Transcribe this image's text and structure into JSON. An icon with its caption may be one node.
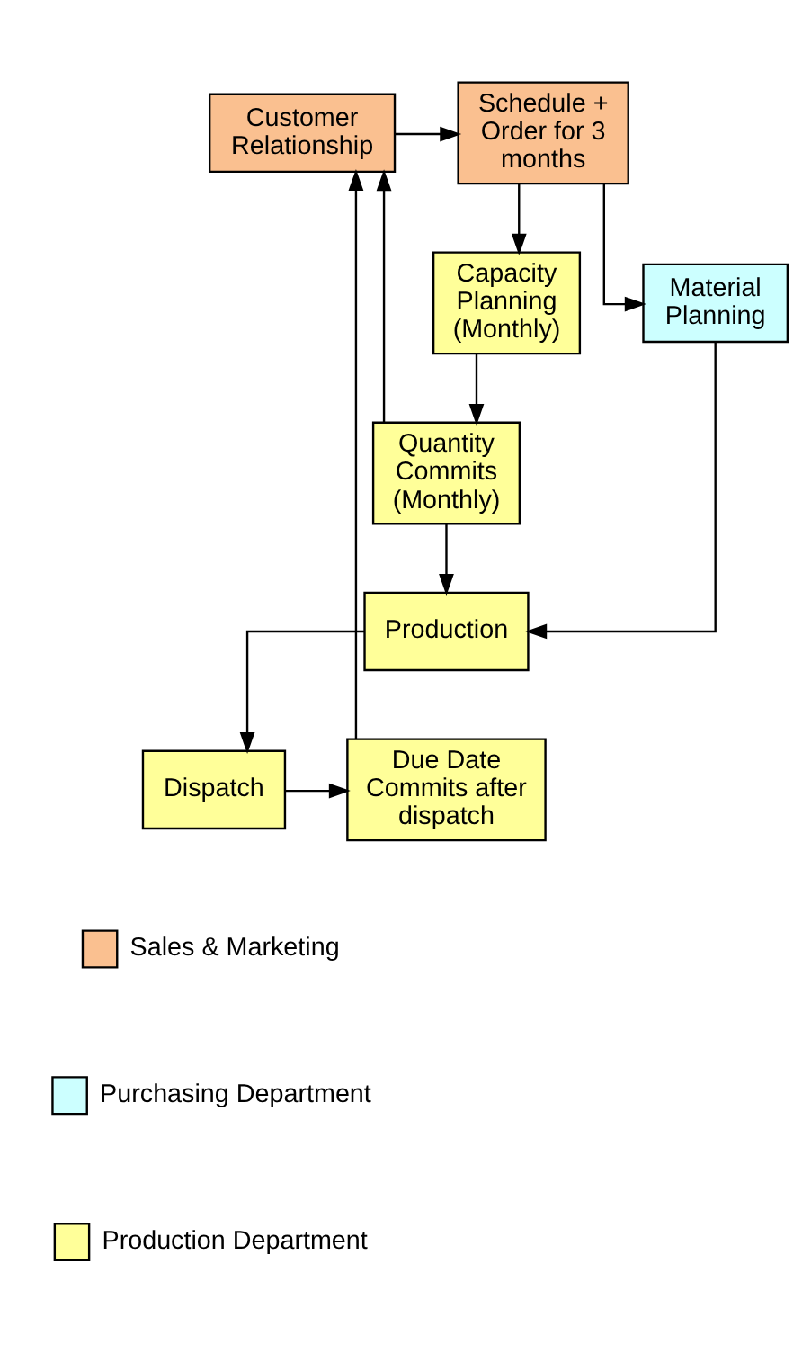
{
  "diagram": {
    "nodes": [
      {
        "text": [
          "Schedule + Order for 3 months"
        ]
      },
      {
        "text": [
          "Customer Relationship"
        ]
      },
      {
        "text": [
          "Material Planning"
        ]
      },
      {
        "text": [
          "Capacity Planning (Monthly)"
        ]
      },
      {
        "text": [
          "Quantity Commits (Monthly)"
        ]
      },
      {
        "text": [
          "Production"
        ]
      },
      {
        "text": [
          "Dispatch"
        ]
      },
      {
        "text": [
          "Due Date Commits after dispatch"
        ]
      }
    ],
    "edges": [
      {
        "from": 1,
        "to": 0,
        "arrow": "to"
      },
      {
        "from": 0,
        "to": 2,
        "arrow": "to"
      },
      {
        "from": 0,
        "to": 3,
        "arrow": "to"
      },
      {
        "from": 3,
        "to": 4,
        "arrow": "to"
      },
      {
        "from": 4,
        "to": 1,
        "arrow": "to"
      },
      {
        "from": 4,
        "to": 5,
        "arrow": "to"
      },
      {
        "from": 2,
        "to": 5,
        "arrow": "to"
      },
      {
        "from": 5,
        "to": 6,
        "arrow": "to"
      },
      {
        "from": 6,
        "to": 7,
        "arrow": "to"
      },
      {
        "from": 7,
        "to": 1,
        "arrow": "to"
      }
    ],
    "legend": [
      {
        "text": "Sales & Marketing",
        "color": "#fac090"
      },
      {
        "text": "Purchasing Department",
        "color": "#ccffff"
      },
      {
        "text": "Production Department",
        "color": "#ffff99"
      }
    ]
  }
}
